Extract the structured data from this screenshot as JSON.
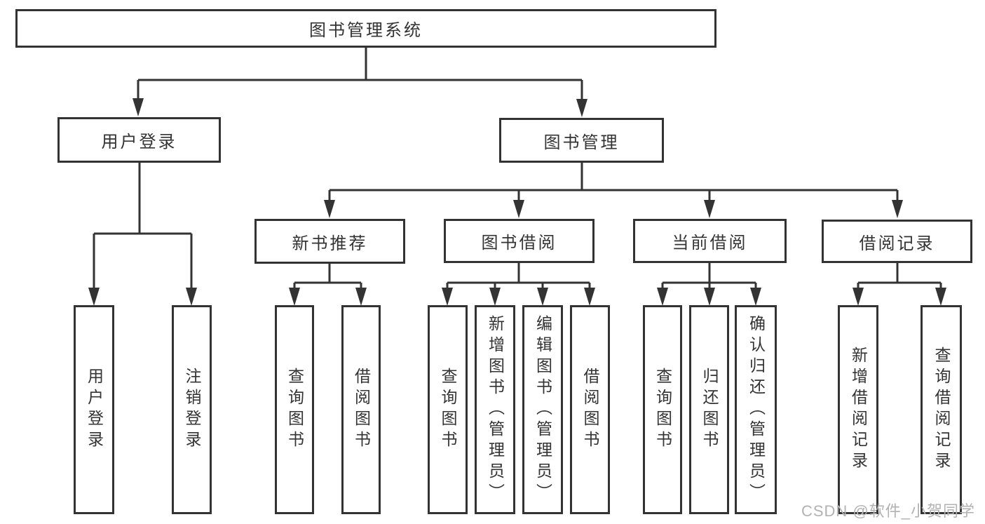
{
  "diagram": {
    "root": {
      "label": "图书管理系统"
    },
    "user_login": {
      "label": "用户登录",
      "children": [
        {
          "label": "用户登录"
        },
        {
          "label": "注销登录"
        }
      ]
    },
    "book_mgmt": {
      "label": "图书管理",
      "sections": [
        {
          "label": "新书推荐",
          "children": [
            {
              "label": "查询图书"
            },
            {
              "label": "借阅图书"
            }
          ]
        },
        {
          "label": "图书借阅",
          "children": [
            {
              "label": "查询图书"
            },
            {
              "label": "新增图书（管理员）"
            },
            {
              "label": "编辑图书（管理员）"
            },
            {
              "label": "借阅图书"
            }
          ]
        },
        {
          "label": "当前借阅",
          "children": [
            {
              "label": "查询图书"
            },
            {
              "label": "归还图书"
            },
            {
              "label": "确认归还（管理员）"
            }
          ]
        },
        {
          "label": "借阅记录",
          "children": [
            {
              "label": "新增借阅记录"
            },
            {
              "label": "查询借阅记录"
            }
          ]
        }
      ]
    }
  },
  "watermark": {
    "text": "CSDN @软件_小贺同学"
  },
  "colors": {
    "line": "#333333",
    "box_border": "#333333",
    "text": "#333333",
    "watermark": "#b2b2b2",
    "background": "#ffffff"
  }
}
